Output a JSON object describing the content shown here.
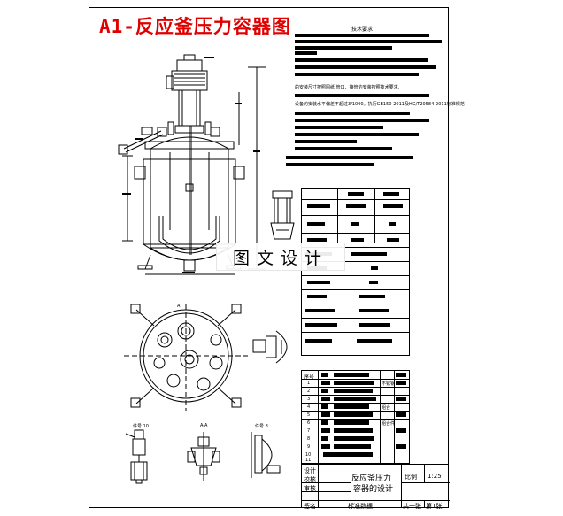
{
  "drawing": {
    "title": "A1-反应釜压力容器图",
    "tech_req_label": "技术要求",
    "note_1": "的安装尺寸按照图纸,管口、接管的安装按照技术要求,",
    "note_2": "设备的安装水平偏差不超过3/1000。执行GB150-2011及HG/T20584-2011标准规范",
    "watermark": "图文设计"
  },
  "parts_table": {
    "header_no": "序号",
    "rows": [
      "1",
      "2",
      "3",
      "4",
      "5",
      "6",
      "7",
      "8",
      "9",
      "10",
      "11"
    ],
    "remarks": [
      "不锈钢",
      "组合",
      "组合件"
    ]
  },
  "detail_labels": [
    "A",
    "件号 10",
    "A-A",
    "件号 8"
  ],
  "title_block": {
    "design": "设计",
    "check": "校核",
    "review": "审核",
    "sign": "签名",
    "drawing_name_1": "反应釜压力",
    "drawing_name_2": "容器的设计",
    "scale_label": "比例",
    "scale_value": "1:25",
    "total_sheets": "共一张",
    "sheet_no": "第1张",
    "approve": "标准数据"
  }
}
